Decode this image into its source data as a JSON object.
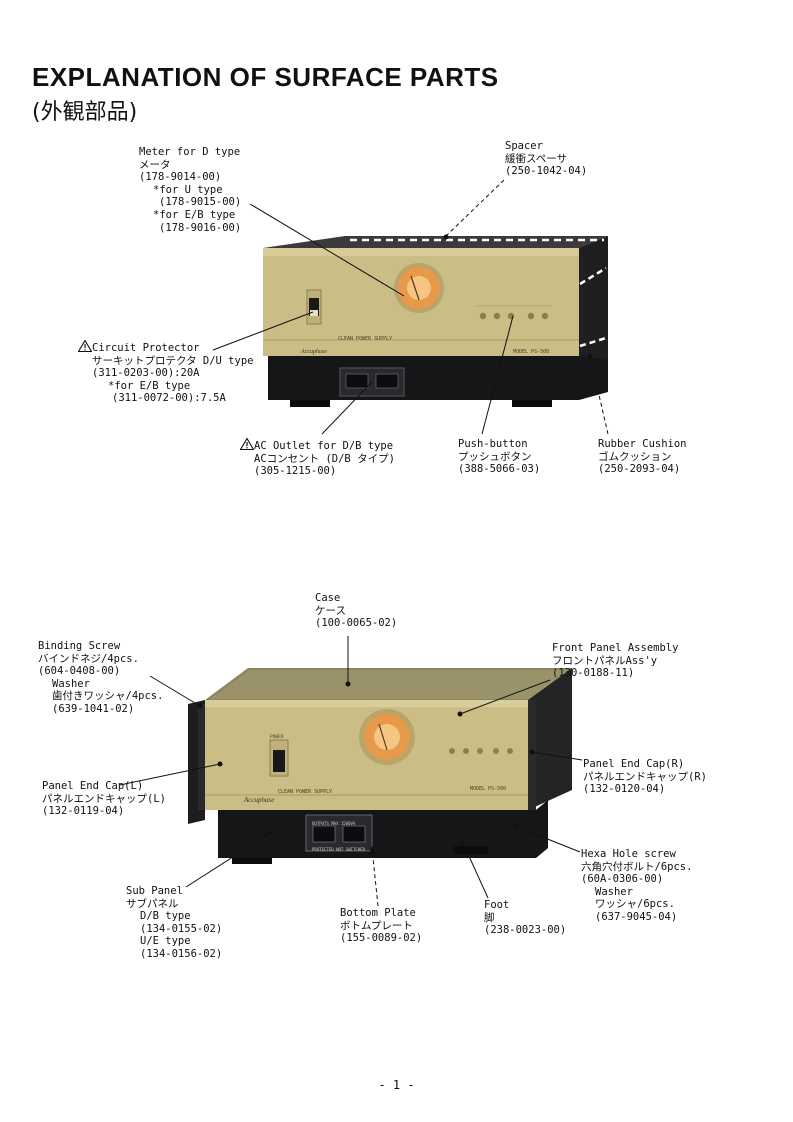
{
  "page": {
    "title": "EXPLANATION OF SURFACE PARTS",
    "subtitle": "(外観部品)",
    "page_number": "- 1 -"
  },
  "top": {
    "meter": {
      "l1": "Meter for D type",
      "l2": "メータ",
      "l3": "(178-9014-00)",
      "l4": "*for U type",
      "l5": "(178-9015-00)",
      "l6": "*for E/B type",
      "l7": "(178-9016-00)"
    },
    "spacer": {
      "l1": "Spacer",
      "l2": "緩衝スペーサ",
      "l3": "(250-1042-04)"
    },
    "circuit": {
      "l1": "Circuit Protector",
      "l2": "サーキットプロテクタ  D/U type",
      "l3": "(311-0203-00):20A",
      "l4": "*for E/B type",
      "l5": "(311-0072-00):7.5A"
    },
    "ac_outlet": {
      "l1": "AC Outlet for D/B type",
      "l2": "ACコンセント (D/B タイプ)",
      "l3": "(305-1215-00)"
    },
    "push": {
      "l1": "Push-button",
      "l2": "プッシュボタン",
      "l3": "(388-5066-03)"
    },
    "rubber": {
      "l1": "Rubber Cushion",
      "l2": "ゴムクッション",
      "l3": "(250-2093-04)"
    }
  },
  "bottom": {
    "case": {
      "l1": "Case",
      "l2": "ケース",
      "l3": "(100-0065-02)"
    },
    "binding": {
      "l1": "Binding Screw",
      "l2": "バインドネジ/4pcs.",
      "l3": "(604-0408-00)",
      "l4": "Washer",
      "l5": "歯付きワッシャ/4pcs.",
      "l6": "(639-1041-02)"
    },
    "front": {
      "l1": "Front Panel Assembly",
      "l2": "フロントパネルAss'y",
      "l3": "(130-0188-11)"
    },
    "endcap_l": {
      "l1": "Panel End Cap(L)",
      "l2": "パネルエンドキャップ(L)",
      "l3": "(132-0119-04)"
    },
    "endcap_r": {
      "l1": "Panel End Cap(R)",
      "l2": "パネルエンドキャップ(R)",
      "l3": "(132-0120-04)"
    },
    "hexa": {
      "l1": "Hexa Hole screw",
      "l2": "六角穴付ボルト/6pcs.",
      "l3": "(60A-0306-00)",
      "l4": "Washer",
      "l5": "ワッシャ/6pcs.",
      "l6": "(637-9045-04)"
    },
    "subpanel": {
      "l1": "Sub Panel",
      "l2": "サブパネル",
      "l3": "D/B type",
      "l4": "(134-0155-02)",
      "l5": "U/E type",
      "l6": "(134-0156-02)"
    },
    "bottom_plate": {
      "l1": "Bottom Plate",
      "l2": "ボトムプレート",
      "l3": "(155-0089-02)"
    },
    "foot": {
      "l1": "Foot",
      "l2": "脚",
      "l3": "(238-0023-00)"
    }
  },
  "device": {
    "brand": "Accuphase",
    "model_top": "CLEAN POWER SUPPLY",
    "model_id": "MODEL PS-500",
    "outlet_label": "OUTPUTS  MAX  1500VA",
    "outlet_sub": "PROTECTED  NOT  SWITCHED",
    "power": "POWER"
  },
  "colors": {
    "gold": "#cbbd86",
    "gold_dark": "#9e8f55",
    "case": "#2a2a2c",
    "black": "#141416",
    "meter": "#e69a4a"
  }
}
